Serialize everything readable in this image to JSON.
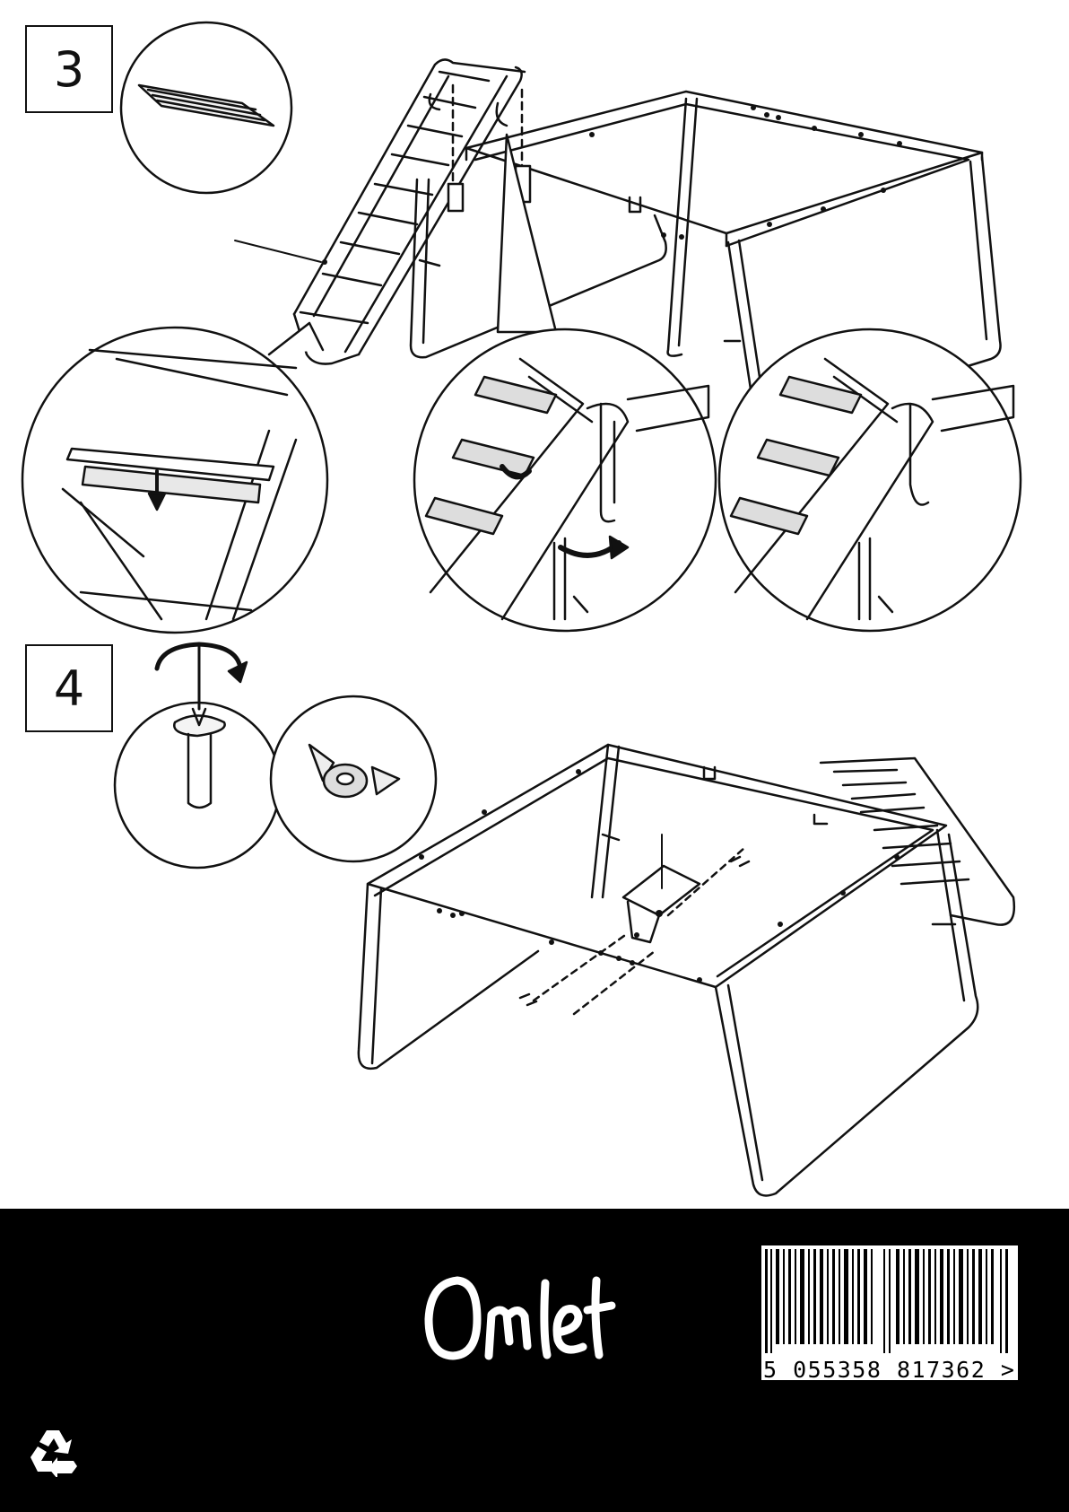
{
  "steps": [
    {
      "number": "3",
      "panels": [
        "ladder-rung-detail",
        "rung-clip-detail",
        "ladder-hook-before",
        "ladder-hook-after"
      ]
    },
    {
      "number": "4",
      "parts": [
        "screw",
        "wing-nut"
      ]
    }
  ],
  "footer": {
    "brand": "Omlet",
    "barcode_digits": "5 055358 817362 >"
  },
  "colors": {
    "ink": "#111111",
    "footer": "#000000",
    "paper": "#ffffff"
  },
  "icons": [
    "rotate-arrows-icon",
    "down-arrow-icon",
    "recycle-icon"
  ]
}
